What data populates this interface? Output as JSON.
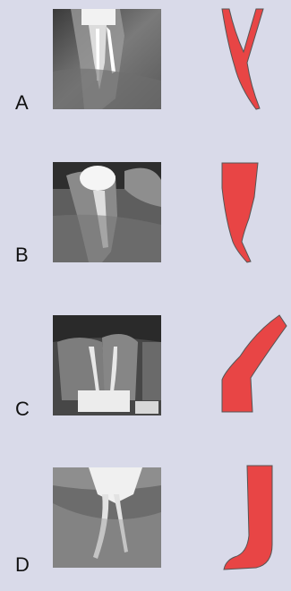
{
  "panels": [
    {
      "label": "A",
      "radiograph_icon": "tooth-radiograph",
      "diagram_icon": "canal-split-shape"
    },
    {
      "label": "B",
      "radiograph_icon": "tooth-radiograph",
      "diagram_icon": "canal-tapered-hook-shape"
    },
    {
      "label": "C",
      "radiograph_icon": "tooth-radiograph",
      "diagram_icon": "canal-flared-curve-shape"
    },
    {
      "label": "D",
      "radiograph_icon": "tooth-radiograph",
      "diagram_icon": "canal-j-curve-shape"
    }
  ],
  "colors": {
    "background": "#d9dae9",
    "diagram_fill": "#e84545",
    "diagram_stroke": "#555555"
  }
}
